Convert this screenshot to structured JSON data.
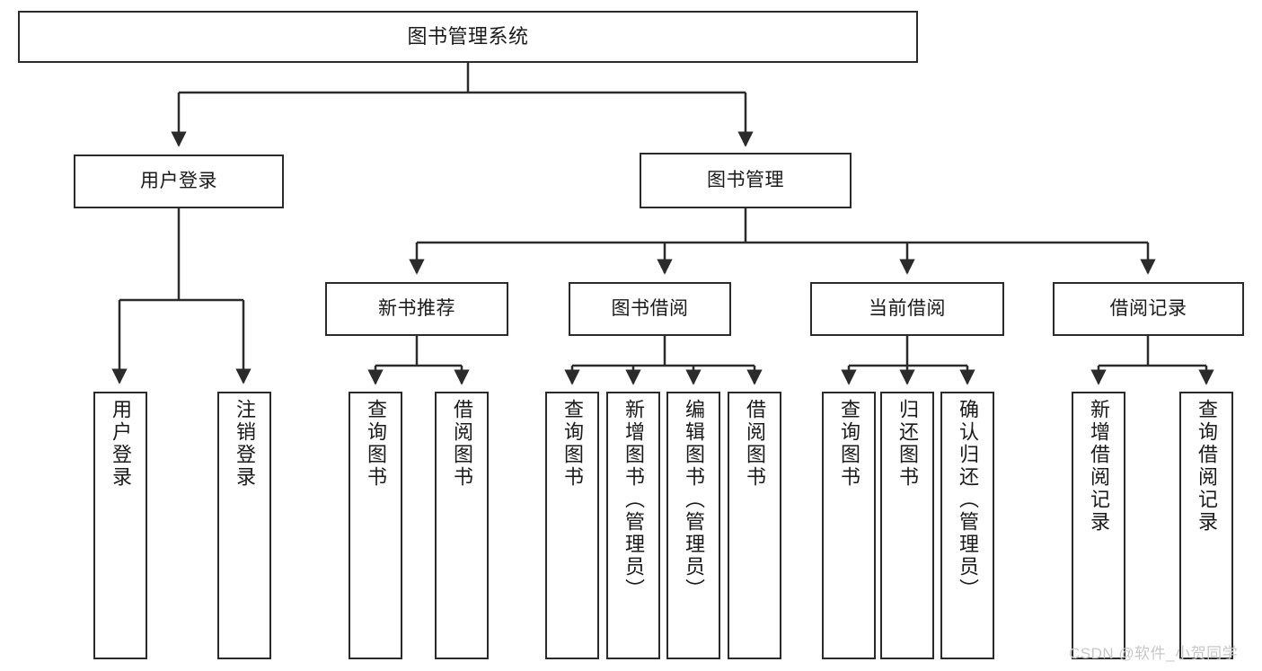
{
  "diagram": {
    "title": "图书管理系统",
    "type": "功能结构图",
    "watermark": "CSDN @软件_小贺同学",
    "colors": {
      "stroke": "#2b2b2b",
      "fill": "#ffffff",
      "text": "#1a1a1a",
      "watermark": "#c8c8c8"
    }
  },
  "nodes": {
    "root": {
      "label": "图书管理系统",
      "level": 0
    },
    "level1": [
      {
        "id": "user-login",
        "label": "用户登录"
      },
      {
        "id": "book-manage",
        "label": "图书管理"
      }
    ],
    "level2": [
      {
        "id": "new-book-recommend",
        "label": "新书推荐",
        "parent": "book-manage"
      },
      {
        "id": "book-borrow",
        "label": "图书借阅",
        "parent": "book-manage"
      },
      {
        "id": "current-borrow",
        "label": "当前借阅",
        "parent": "book-manage"
      },
      {
        "id": "borrow-record",
        "label": "借阅记录",
        "parent": "book-manage"
      }
    ],
    "leaves": [
      {
        "id": "leaf-user-login",
        "label": "用户登录",
        "parent": "user-login"
      },
      {
        "id": "leaf-logout-login",
        "label": "注销登录",
        "parent": "user-login"
      },
      {
        "id": "leaf-query-book-1",
        "label": "查询图书",
        "parent": "new-book-recommend"
      },
      {
        "id": "leaf-borrow-book-1",
        "label": "借阅图书",
        "parent": "new-book-recommend"
      },
      {
        "id": "leaf-query-book-2",
        "label": "查询图书",
        "parent": "book-borrow"
      },
      {
        "id": "leaf-add-book",
        "label": "新增图书（管理员）",
        "parent": "book-borrow"
      },
      {
        "id": "leaf-edit-book",
        "label": "编辑图书（管理员）",
        "parent": "book-borrow"
      },
      {
        "id": "leaf-borrow-book-2",
        "label": "借阅图书",
        "parent": "book-borrow"
      },
      {
        "id": "leaf-query-book-3",
        "label": "查询图书",
        "parent": "current-borrow"
      },
      {
        "id": "leaf-return-book",
        "label": "归还图书",
        "parent": "current-borrow"
      },
      {
        "id": "leaf-confirm-return",
        "label": "确认归还（管理员）",
        "parent": "current-borrow"
      },
      {
        "id": "leaf-add-record",
        "label": "新增借阅记录",
        "parent": "borrow-record"
      },
      {
        "id": "leaf-query-record",
        "label": "查询借阅记录",
        "parent": "borrow-record"
      }
    ]
  }
}
